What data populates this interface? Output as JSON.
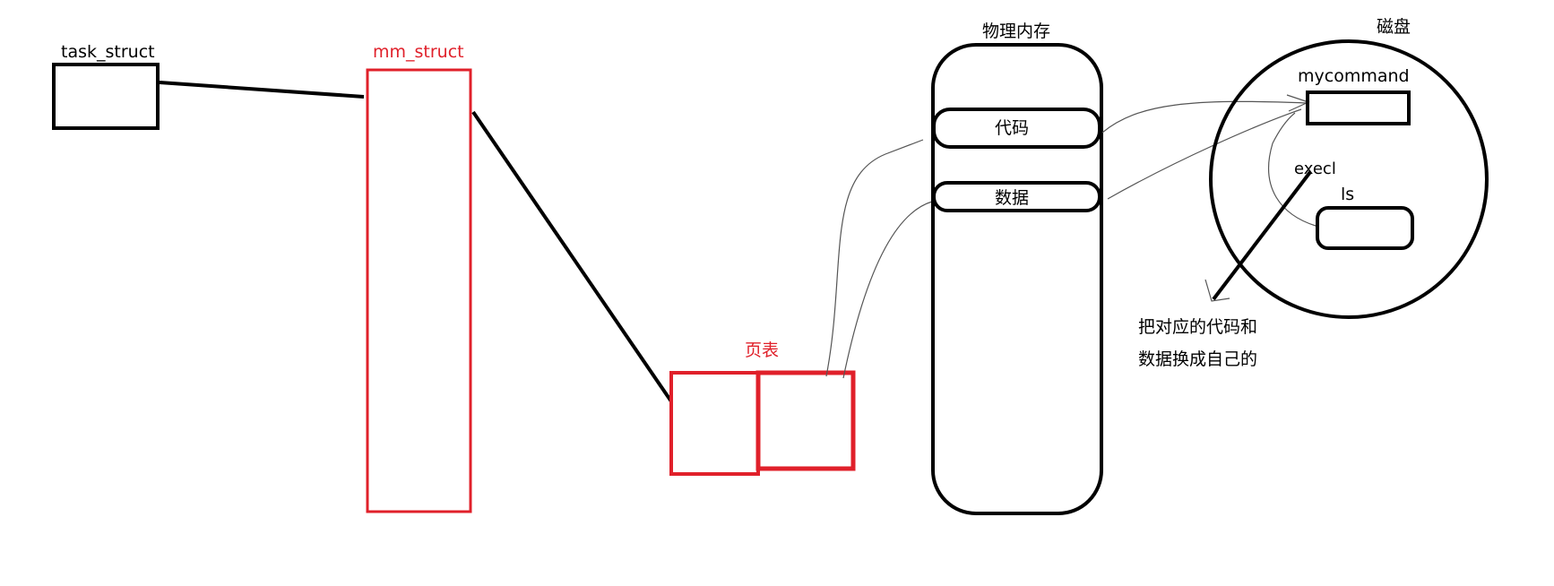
{
  "labels": {
    "task_struct": "task_struct",
    "mm_struct": "mm_struct",
    "page_table": "页表",
    "physical_memory": "物理内存",
    "code": "代码",
    "data": "数据",
    "disk": "磁盘",
    "mycommand": "mycommand",
    "execl": "execl",
    "ls": "ls",
    "note_line1": "把对应的代码和",
    "note_line2": "数据换成自己的"
  },
  "colors": {
    "black": "#000000",
    "red": "#e0202a",
    "thin_line": "#555555"
  }
}
